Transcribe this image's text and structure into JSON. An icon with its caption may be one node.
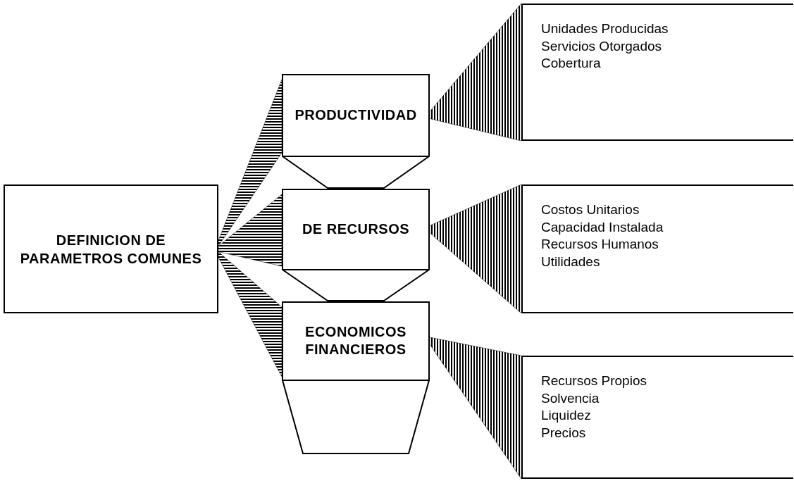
{
  "diagram": {
    "nodes": [
      {
        "text": [
          "DEFINICION DE PARAMETROS COMUNES"
        ]
      },
      {
        "text": [
          "PRODUCTIVIDAD"
        ]
      },
      {
        "text": [
          "DE RECURSOS"
        ]
      },
      {
        "text": [
          "ECONOMICOS FINANCIEROS"
        ]
      },
      {
        "text": [
          "Unidades Producidas",
          "Servicios Otorgados",
          "Cobertura"
        ]
      },
      {
        "text": [
          "Costos Unitarios",
          "Capacidad Instalada",
          "Recursos Humanos",
          "Utilidades"
        ]
      },
      {
        "text": [
          "Recursos Propios",
          "Solvencia",
          "Liquidez",
          "Precios"
        ]
      }
    ],
    "edges": [
      {
        "from": 0,
        "to": 1,
        "arrow": "none"
      },
      {
        "from": 0,
        "to": 2,
        "arrow": "none"
      },
      {
        "from": 0,
        "to": 3,
        "arrow": "none"
      },
      {
        "from": 1,
        "to": 4,
        "arrow": "none"
      },
      {
        "from": 2,
        "to": 5,
        "arrow": "none"
      },
      {
        "from": 3,
        "to": 6,
        "arrow": "none"
      }
    ]
  }
}
